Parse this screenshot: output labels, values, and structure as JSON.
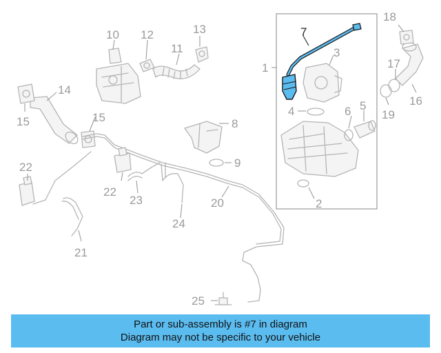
{
  "callouts": {
    "c1": "1",
    "c2": "2",
    "c3": "3",
    "c4": "4",
    "c5": "5",
    "c6": "6",
    "c7": "7",
    "c8": "8",
    "c9": "9",
    "c10": "10",
    "c11": "11",
    "c12": "12",
    "c13": "13",
    "c14": "14",
    "c15a": "15",
    "c15b": "15",
    "c16": "16",
    "c17": "17",
    "c18": "18",
    "c19": "19",
    "c20": "20",
    "c21": "21",
    "c22a": "22",
    "c22b": "22",
    "c23": "23",
    "c24": "24",
    "c25": "25"
  },
  "highlight": {
    "part": "7",
    "color": "#5bbcf0"
  },
  "caption": {
    "line1": "Part or sub-assembly is #7 in diagram",
    "line2": "Diagram may not be specific to your vehicle"
  }
}
